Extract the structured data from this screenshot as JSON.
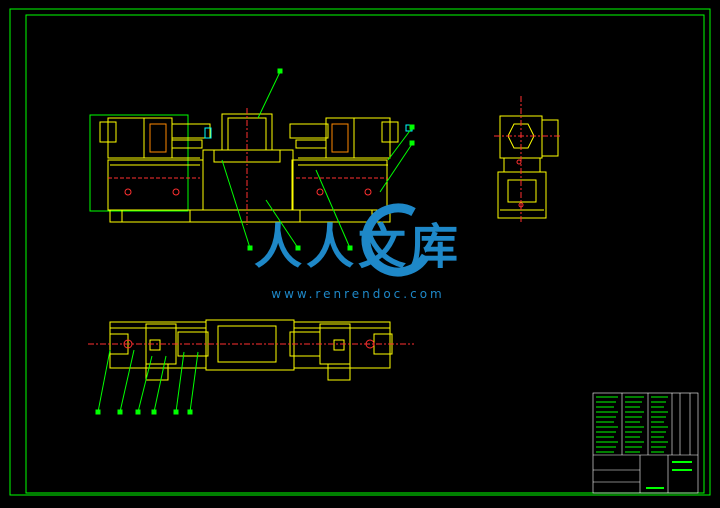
{
  "colors": {
    "background": "#000000",
    "frame": "#00ff00",
    "outline": "#ffff00",
    "centerline": "#ff0000",
    "cyan": "#00ffff",
    "white": "#ffffff",
    "leader": "#00ff00",
    "watermark": "#1e88c8"
  },
  "watermark": {
    "text": "人人文库",
    "url": "www.renrendoc.com",
    "icon": "logo-c-icon"
  },
  "title_block": {
    "note": "unreadable small print in title block"
  }
}
